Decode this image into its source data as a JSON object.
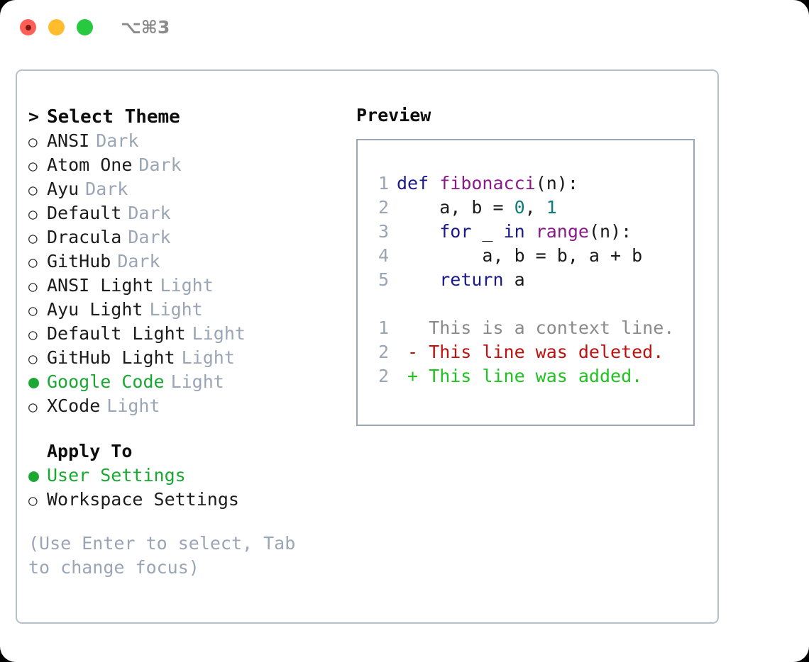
{
  "window": {
    "shortcut": "⌥⌘3",
    "traffic_lights": [
      {
        "name": "close",
        "color": "#ff5f56"
      },
      {
        "name": "minimize",
        "color": "#ffbd2e"
      },
      {
        "name": "zoom",
        "color": "#28c840"
      }
    ]
  },
  "theme_picker": {
    "title": "Select Theme",
    "prompt_marker": ">",
    "dot_selected": "●",
    "dot_unselected": "○",
    "items": [
      {
        "name": "ANSI",
        "kind": "Dark",
        "selected": false
      },
      {
        "name": "Atom One",
        "kind": "Dark",
        "selected": false
      },
      {
        "name": "Ayu",
        "kind": "Dark",
        "selected": false
      },
      {
        "name": "Default",
        "kind": "Dark",
        "selected": false
      },
      {
        "name": "Dracula",
        "kind": "Dark",
        "selected": false
      },
      {
        "name": "GitHub",
        "kind": "Dark",
        "selected": false
      },
      {
        "name": "ANSI Light",
        "kind": "Light",
        "selected": false
      },
      {
        "name": "Ayu Light",
        "kind": "Light",
        "selected": false
      },
      {
        "name": "Default Light",
        "kind": "Light",
        "selected": false
      },
      {
        "name": "GitHub Light",
        "kind": "Light",
        "selected": false
      },
      {
        "name": "Google Code",
        "kind": "Light",
        "selected": true
      },
      {
        "name": "XCode",
        "kind": "Light",
        "selected": false
      }
    ]
  },
  "apply_to": {
    "title": "Apply To",
    "options": [
      {
        "label": "User Settings",
        "selected": true
      },
      {
        "label": "Workspace Settings",
        "selected": false
      }
    ]
  },
  "hint": "(Use Enter to select, Tab to change focus)",
  "preview": {
    "title": "Preview",
    "code_lines": [
      {
        "ln": "1",
        "tokens": [
          {
            "t": "def ",
            "c": "kw"
          },
          {
            "t": "fibonacci",
            "c": "fn"
          },
          {
            "t": "(n):",
            "c": "plain"
          }
        ]
      },
      {
        "ln": "2",
        "tokens": [
          {
            "t": "    a, b = ",
            "c": "plain"
          },
          {
            "t": "0",
            "c": "num"
          },
          {
            "t": ", ",
            "c": "plain"
          },
          {
            "t": "1",
            "c": "num"
          }
        ]
      },
      {
        "ln": "3",
        "tokens": [
          {
            "t": "    ",
            "c": "plain"
          },
          {
            "t": "for",
            "c": "kw"
          },
          {
            "t": " _ ",
            "c": "plain"
          },
          {
            "t": "in",
            "c": "kw"
          },
          {
            "t": " ",
            "c": "plain"
          },
          {
            "t": "range",
            "c": "fn"
          },
          {
            "t": "(n):",
            "c": "plain"
          }
        ]
      },
      {
        "ln": "4",
        "tokens": [
          {
            "t": "        a, b = b, a + b",
            "c": "plain"
          }
        ]
      },
      {
        "ln": "5",
        "tokens": [
          {
            "t": "    ",
            "c": "plain"
          },
          {
            "t": "return",
            "c": "kw"
          },
          {
            "t": " a",
            "c": "plain"
          }
        ]
      }
    ],
    "diff_lines": [
      {
        "ln": "1",
        "sign": " ",
        "text": "This is a context line.",
        "kind": "diff-ctx"
      },
      {
        "ln": "2",
        "sign": "-",
        "text": "This line was deleted.",
        "kind": "diff-del"
      },
      {
        "ln": "2",
        "sign": "+",
        "text": "This line was added.",
        "kind": "diff-add"
      }
    ]
  },
  "colors": {
    "accent_green": "#1aa832",
    "muted": "#9aa5b5",
    "keyword": "#1a1a8c",
    "function": "#8b1a8b",
    "number": "#0f7b7b",
    "diff_add": "#1fc21f",
    "diff_del": "#c01010",
    "border": "#b6bfcc"
  }
}
